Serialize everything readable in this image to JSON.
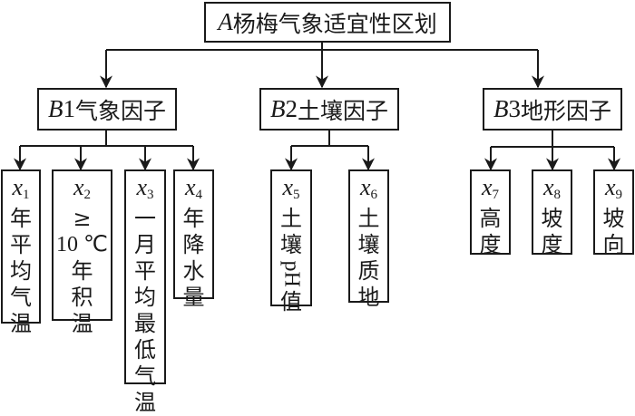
{
  "root": {
    "prefix": "A",
    "label": "杨梅气象适宜性区划"
  },
  "groups": [
    {
      "prefix": "B",
      "num": "1",
      "label": "气象因子"
    },
    {
      "prefix": "B",
      "num": "2",
      "label": "土壤因子"
    },
    {
      "prefix": "B",
      "num": "3",
      "label": "地形因子"
    }
  ],
  "factors": [
    {
      "var": "x",
      "sub": "1",
      "lines": [
        "年",
        "平",
        "均",
        "气",
        "温"
      ]
    },
    {
      "var": "x",
      "sub": "2",
      "lines": [
        "≥",
        "10 ℃",
        "年",
        "积",
        "温"
      ]
    },
    {
      "var": "x",
      "sub": "3",
      "lines": [
        "一",
        "月",
        "平",
        "均",
        "最",
        "低",
        "气",
        "温"
      ]
    },
    {
      "var": "x",
      "sub": "4",
      "lines": [
        "年",
        "降",
        "水",
        "量"
      ]
    },
    {
      "var": "x",
      "sub": "5",
      "lines": [
        "土",
        "壤",
        "pH",
        "值"
      ]
    },
    {
      "var": "x",
      "sub": "6",
      "lines": [
        "土",
        "壤",
        "质",
        "地"
      ]
    },
    {
      "var": "x",
      "sub": "7",
      "lines": [
        "高",
        "度"
      ]
    },
    {
      "var": "x",
      "sub": "8",
      "lines": [
        "坡",
        "度"
      ]
    },
    {
      "var": "x",
      "sub": "9",
      "lines": [
        "坡",
        "向"
      ]
    }
  ]
}
